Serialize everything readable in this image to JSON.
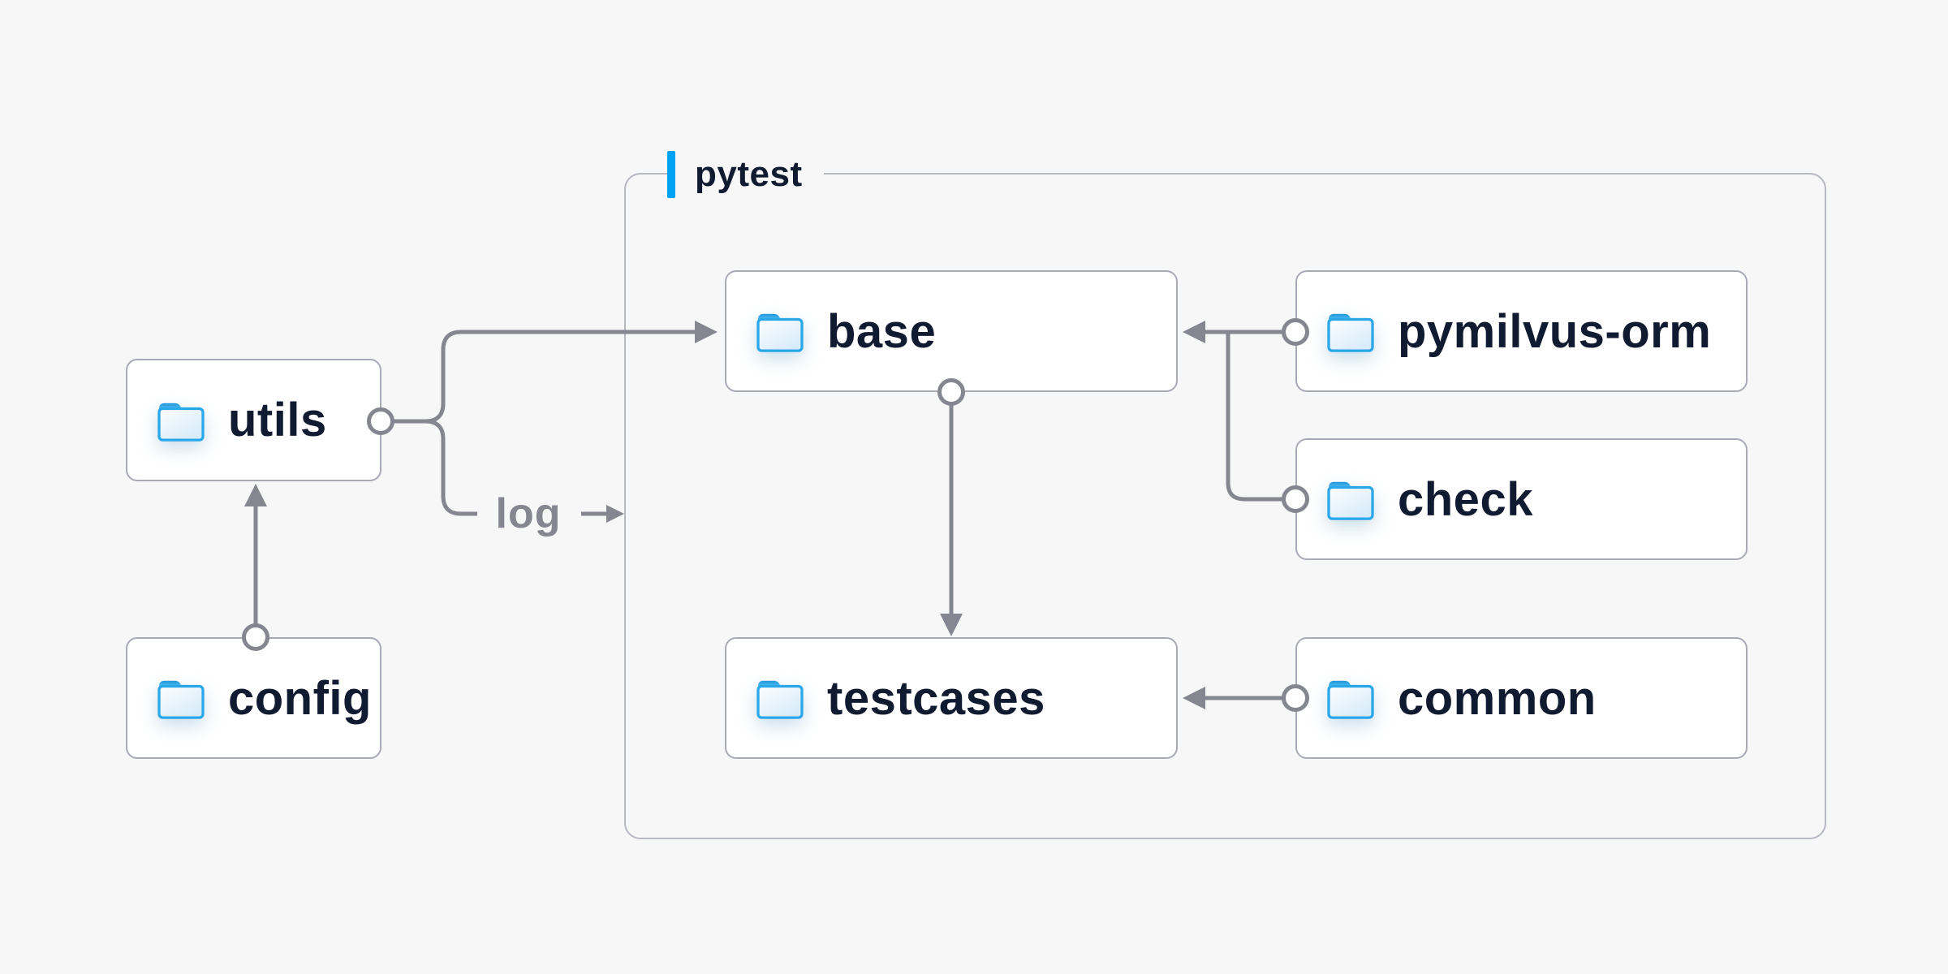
{
  "palette": {
    "page-bg": "#F7F7F8",
    "node-bg": "#FFFFFF",
    "node-border": "#A8AAB5",
    "group-border": "#B6B8C2",
    "connector": "#84878F",
    "ink": "#101A30",
    "accent": "#00A3F4",
    "folder-stroke": "#2AA7E9",
    "muted-label": "#84878F"
  },
  "group": {
    "label": "pytest"
  },
  "nodes": {
    "utils": {
      "label": "utils"
    },
    "config": {
      "label": "config"
    },
    "base": {
      "label": "base"
    },
    "pymilvus_orm": {
      "label": "pymilvus-orm"
    },
    "check": {
      "label": "check"
    },
    "testcases": {
      "label": "testcases"
    },
    "common": {
      "label": "common"
    }
  },
  "edges": [
    {
      "id": "config-to-utils",
      "from": "config",
      "to": "utils"
    },
    {
      "id": "utils-to-base",
      "from": "utils",
      "to": "base"
    },
    {
      "id": "utils-to-log",
      "from": "utils",
      "to": "pytest-group",
      "label": "log"
    },
    {
      "id": "pymilvus-orm-to-base",
      "from": "pymilvus-orm",
      "to": "base"
    },
    {
      "id": "check-to-base",
      "from": "check",
      "to": "base"
    },
    {
      "id": "base-to-testcases",
      "from": "base",
      "to": "testcases"
    },
    {
      "id": "common-to-testcases",
      "from": "common",
      "to": "testcases"
    }
  ]
}
